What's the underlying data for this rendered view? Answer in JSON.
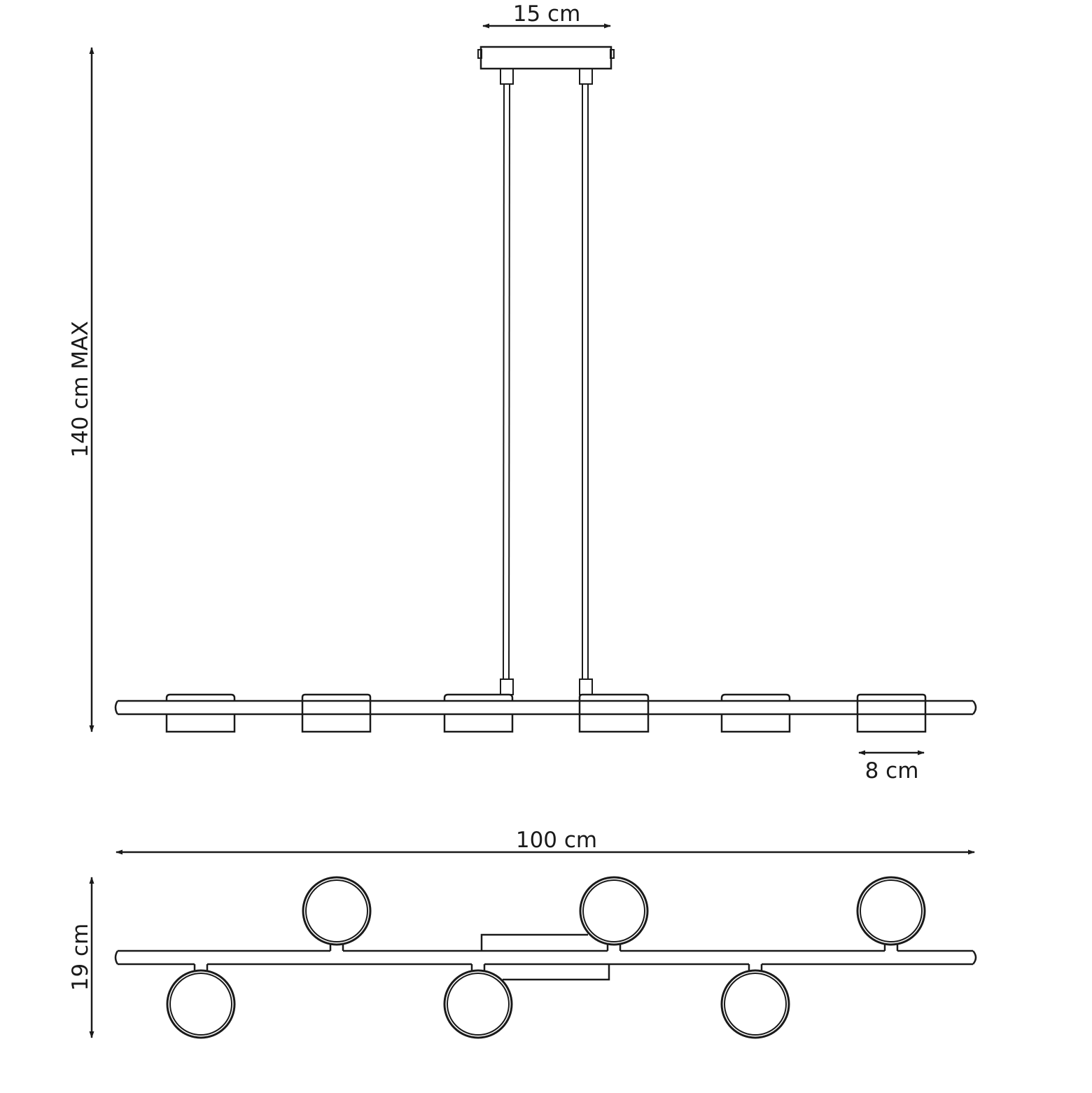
{
  "dimensions": {
    "canopy_width": "15 cm",
    "max_height": "140 cm MAX",
    "shade_width": "8 cm",
    "total_length": "100 cm",
    "depth": "19 cm"
  },
  "colors": {
    "line": "#1a1a1a",
    "background": "#ffffff"
  }
}
